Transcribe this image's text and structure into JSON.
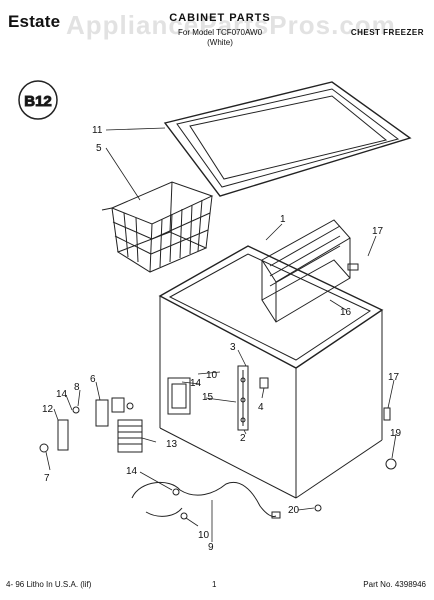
{
  "header": {
    "brand": "Estate",
    "title": "CABINET PARTS",
    "subtitle_1": "For Model TCF070AW0",
    "subtitle_2": "(White)",
    "product_type": "CHEST FREEZER",
    "watermark": "AppliancePartsPros.com"
  },
  "badge": {
    "text": "B12"
  },
  "callouts": [
    "11",
    "5",
    "1",
    "17",
    "16",
    "3",
    "10",
    "14",
    "6",
    "8",
    "14",
    "12",
    "15",
    "4",
    "17",
    "2",
    "13",
    "19",
    "7",
    "14",
    "20",
    "10",
    "9"
  ],
  "footer": {
    "left": "4- 96 Litho In U.S.A. (lif)",
    "center": "1",
    "right": "Part No. 4398946"
  }
}
